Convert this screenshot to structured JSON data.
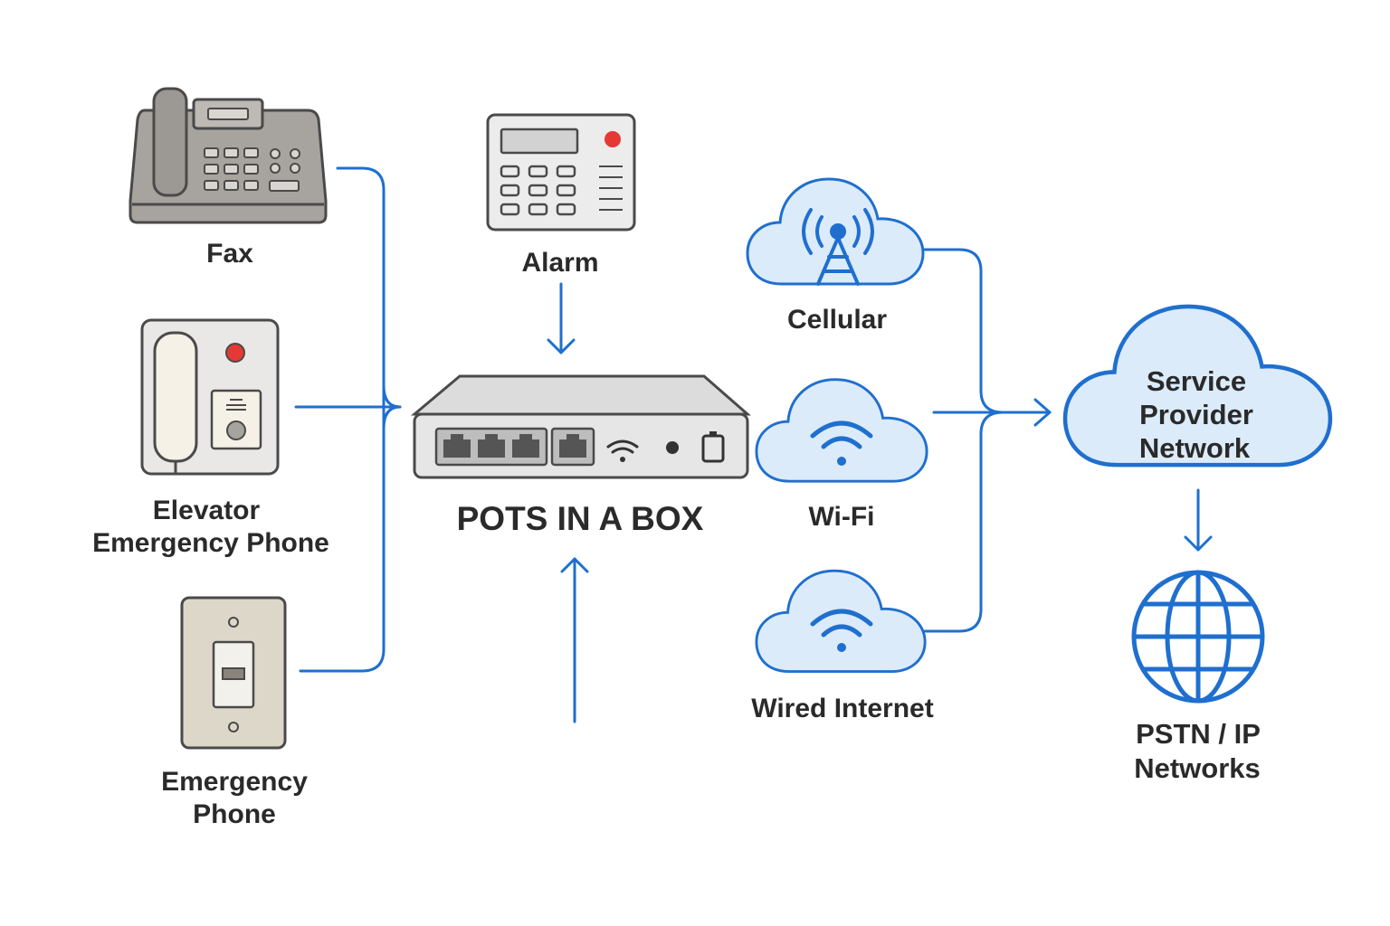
{
  "devices": {
    "fax": {
      "label": "Fax",
      "icon": "fax-icon"
    },
    "elevator": {
      "label_line1": "Elevator",
      "label_line2": "Emergency Phone",
      "icon": "elevator-phone-icon"
    },
    "emergency": {
      "label_line1": "Emergency",
      "label_line2": "Phone",
      "icon": "emergency-phone-icon"
    },
    "alarm": {
      "label": "Alarm",
      "icon": "alarm-panel-icon"
    }
  },
  "hub": {
    "label": "POTS IN A BOX",
    "icon": "pots-box-icon"
  },
  "connections": {
    "cellular": {
      "label": "Cellular",
      "icon": "cell-tower-icon"
    },
    "wifi": {
      "label": "Wi-Fi",
      "icon": "wifi-icon"
    },
    "wired": {
      "label": "Wired Internet",
      "icon": "wifi-icon"
    }
  },
  "provider": {
    "line1": "Service",
    "line2": "Provider",
    "line3": "Network",
    "icon": "cloud-icon"
  },
  "pstn": {
    "line1": "PSTN / IP",
    "line2": "Networks",
    "icon": "globe-icon"
  },
  "colors": {
    "accent": "#1f6fcf",
    "cloud_fill": "#dcebfa",
    "device_gray": "#a7a39f",
    "alarm_red": "#e53935"
  }
}
